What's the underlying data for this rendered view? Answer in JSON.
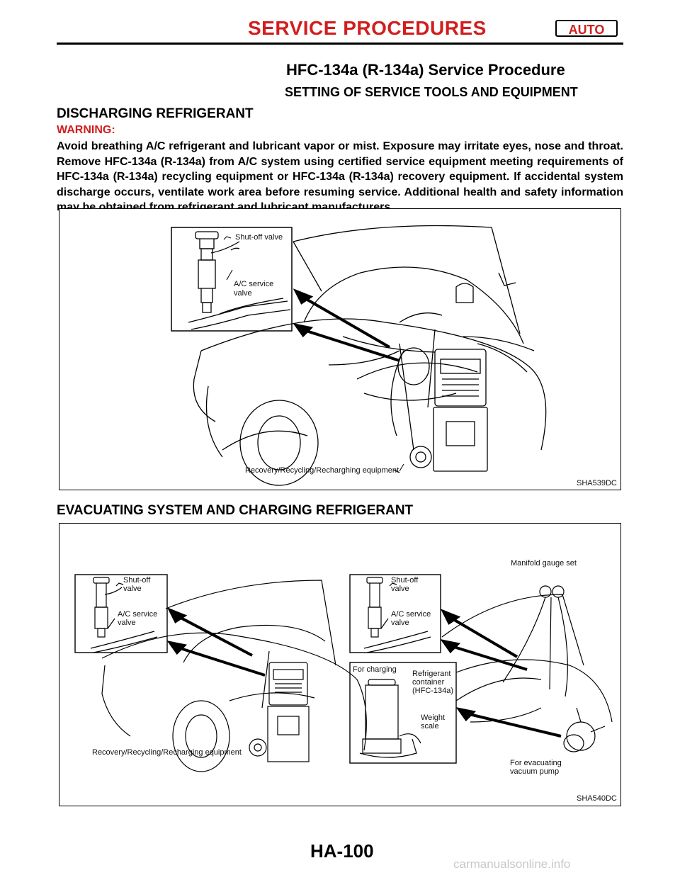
{
  "header": {
    "title": "SERVICE PROCEDURES",
    "badge": "AUTO"
  },
  "page_title": "HFC-134a (R-134a) Service Procedure",
  "subtitle": "SETTING OF SERVICE TOOLS AND EQUIPMENT",
  "section1": {
    "heading": "DISCHARGING REFRIGERANT",
    "warning_label": "WARNING:",
    "warning_text": "Avoid breathing A/C refrigerant and lubricant vapor or mist. Exposure may irritate eyes, nose and throat. Remove HFC-134a (R-134a) from A/C system using certified service equipment meeting requirements of HFC-134a (R-134a) recycling equipment or HFC-134a (R-134a) recovery equipment. If accidental system discharge occurs, ventilate work area before resuming service. Additional health and safety information may be obtained from refrigerant and lubricant manufacturers."
  },
  "figure1": {
    "labels": {
      "shutoff": "Shut-off valve",
      "ac_service_1": "A/C service",
      "ac_service_2": "valve",
      "equipment": "Recovery/Recycling/Recharghing equipment"
    },
    "id": "SHA539DC"
  },
  "section2": {
    "heading": "EVACUATING SYSTEM AND CHARGING REFRIGERANT"
  },
  "figure2": {
    "labels": {
      "shutoff_1": "Shut-off",
      "shutoff_2": "valve",
      "ac_service_1": "A/C service",
      "ac_service_2": "valve",
      "equipment": "Recovery/Recycling/Recharging equipment",
      "manifold": "Manifold gauge set",
      "for_charging": "For charging",
      "refrigerant_1": "Refrigerant",
      "refrigerant_2": "container",
      "refrigerant_3": "(HFC-134a)",
      "weight_1": "Weight",
      "weight_2": "scale",
      "evac_1": "For evacuating",
      "evac_2": "vacuum pump"
    },
    "id": "SHA540DC"
  },
  "footer": {
    "page": "HA-100"
  },
  "watermark": "carmanualsonline.info"
}
